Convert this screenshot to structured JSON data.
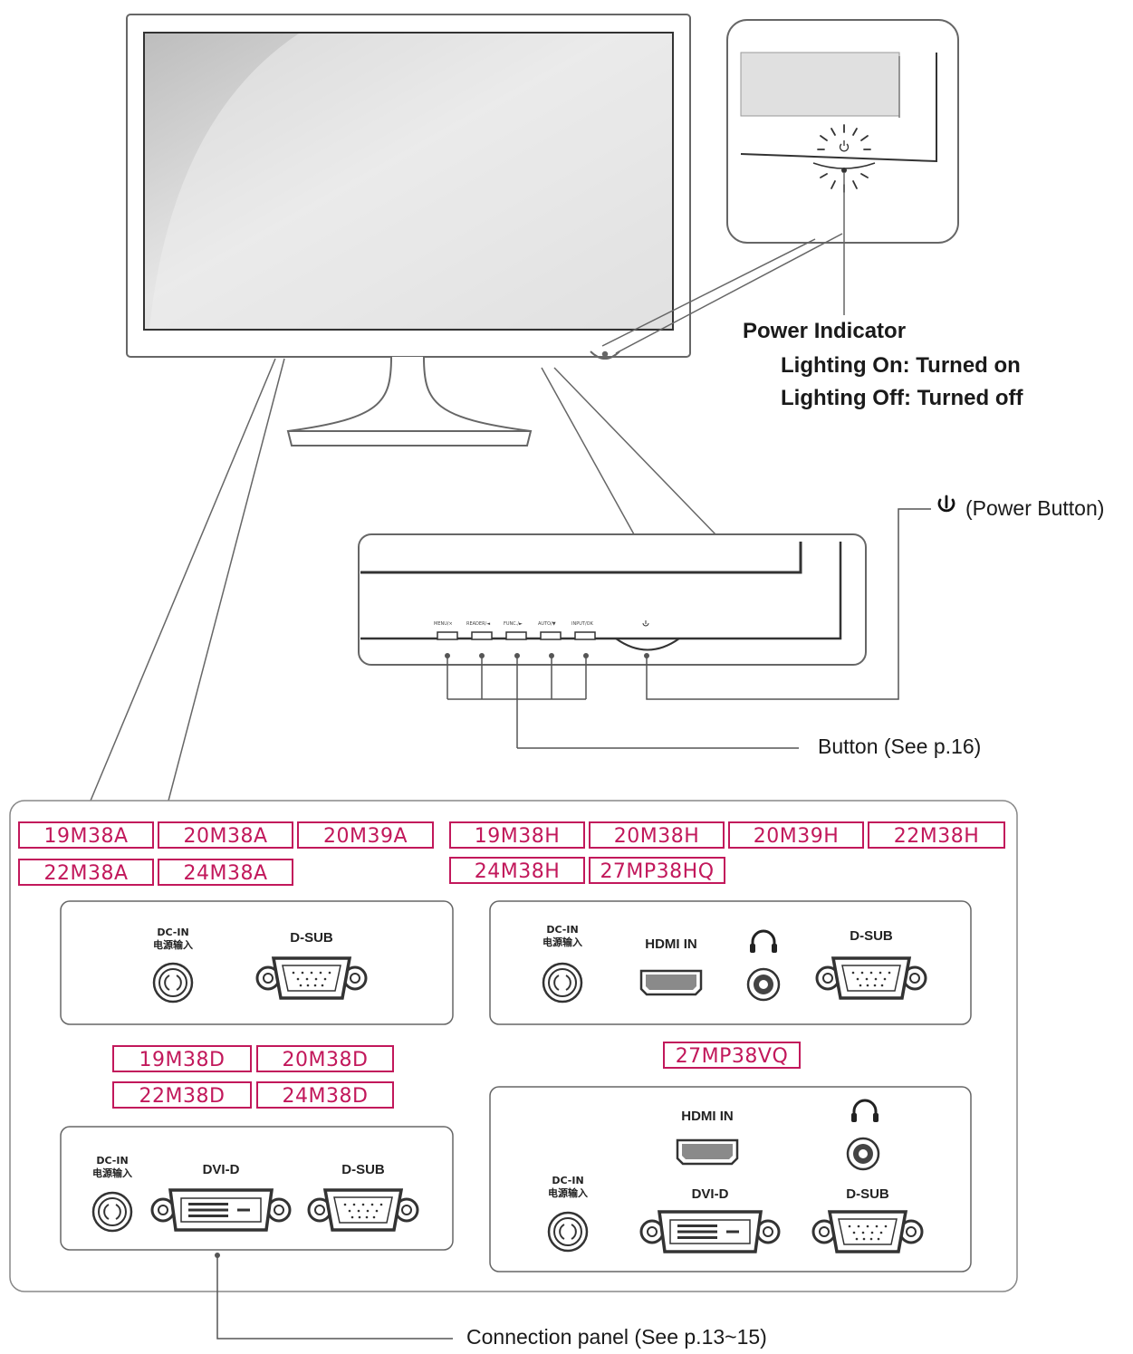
{
  "power_indicator": {
    "title": "Power Indicator",
    "on_line": "Lighting On: Turned on",
    "off_line": "Lighting Off: Turned off"
  },
  "power_button_label": "(Power Button)",
  "button_label": "Button (See p.16)",
  "connection_label": "Connection panel (See p.13~15)",
  "front_buttons": [
    "MENU/×",
    "READER/◄",
    "FUNC./►",
    "AUTO/▼",
    "INPUT/OK"
  ],
  "models": {
    "group_a": [
      "19M38A",
      "20M38A",
      "20M39A",
      "22M38A",
      "24M38A"
    ],
    "group_h": [
      "19M38H",
      "20M38H",
      "20M39H",
      "22M38H",
      "24M38H",
      "27MP38HQ"
    ],
    "group_d": [
      "19M38D",
      "20M38D",
      "22M38D",
      "24M38D"
    ],
    "group_vq": [
      "27MP38VQ"
    ]
  },
  "ports": {
    "dc_in": "DC-IN\n电源输入",
    "d_sub": "D-SUB",
    "hdmi_in": "HDMI IN",
    "dvi_d": "DVI-D"
  },
  "colors": {
    "model_border": "#c2185b",
    "line": "#555555"
  }
}
